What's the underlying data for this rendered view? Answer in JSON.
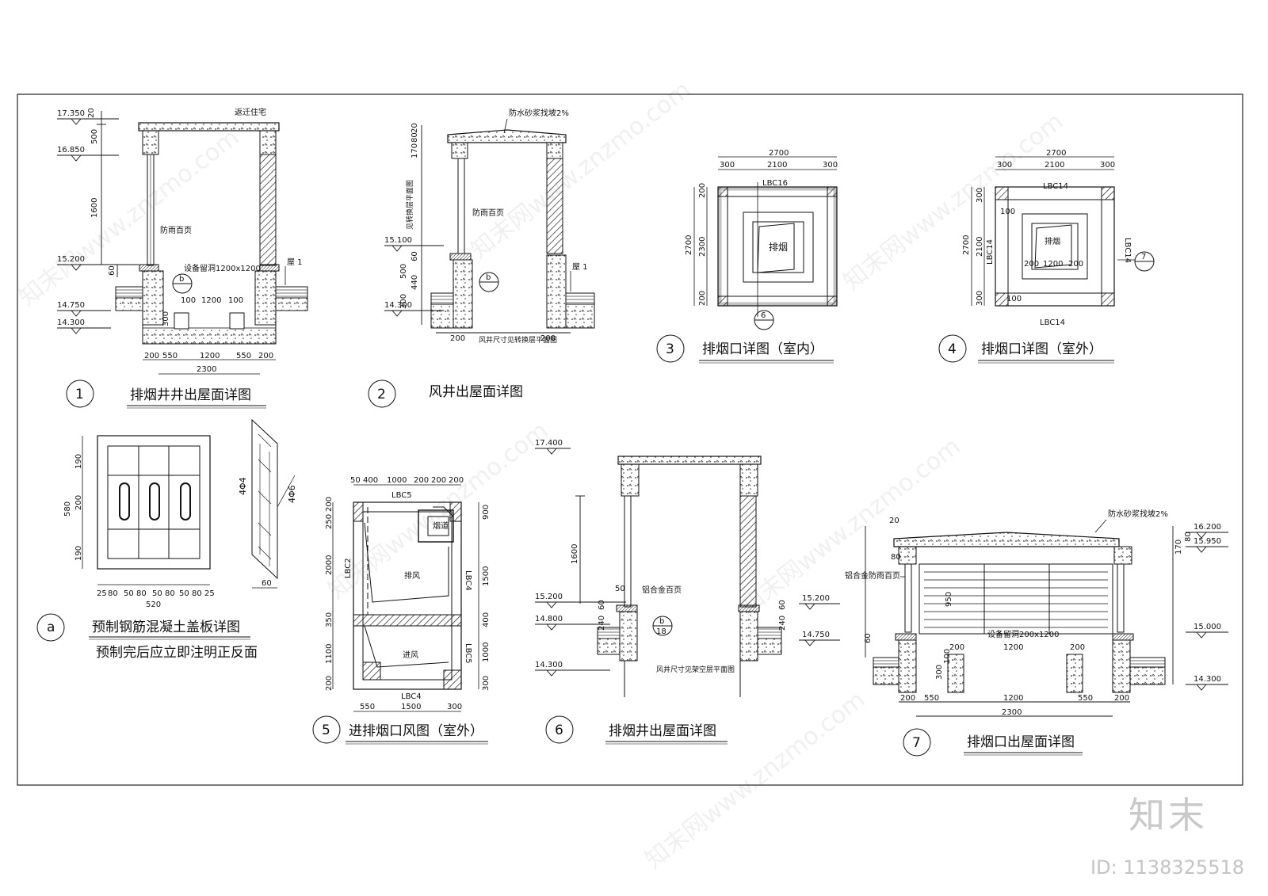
{
  "sheet": {
    "brand": "知末",
    "id_label": "ID: 1138325518",
    "watermark": "知末网www.znzmo.com"
  },
  "d1": {
    "num": "1",
    "title": "排烟井井出屋面详图",
    "top_label": "返迁住宅",
    "levels": [
      "17.350",
      "16.850",
      "15.200",
      "14.750",
      "14.300"
    ],
    "louver": "防雨百页",
    "opening": "设备留洞1200x1200",
    "roof": "屋 1",
    "ref": "b",
    "v_dims": [
      "20",
      "500",
      "1600",
      "60",
      "300"
    ],
    "h_dims_inner": [
      "100",
      "1200",
      "100"
    ],
    "h_dims": [
      "200",
      "550",
      "1200",
      "550",
      "200"
    ],
    "total": "2300"
  },
  "d2": {
    "num": "2",
    "title": "风井出屋面详图",
    "note": "防水砂浆找坡2%",
    "louver": "防雨百页",
    "roof": "屋 1",
    "ref": "b",
    "side_note": "见转换层平面图",
    "bottom_note": "风井尺寸见转换层平面图",
    "levels": [
      "15.100",
      "14.300"
    ],
    "v_dims": [
      "20",
      "80",
      "170",
      "60",
      "500",
      "440",
      "300"
    ],
    "h_dims": [
      "200",
      "200"
    ]
  },
  "d3": {
    "num": "3",
    "title": "排烟口详图（室内）",
    "center": "排烟",
    "beam": "LBC16",
    "ref": "6",
    "h_dims": [
      "300",
      "2100",
      "300"
    ],
    "total": "2700",
    "v_dims": [
      "200",
      "2300",
      "200"
    ],
    "v_total": "2700"
  },
  "d4": {
    "num": "4",
    "title": "排烟口详图（室外）",
    "center": "排烟",
    "beam_top": "LBC14",
    "beam_bottom": "LBC14",
    "beam_left": "LBC14",
    "beam_right": "LBC14",
    "ref": "7",
    "h_dims": [
      "300",
      "2100",
      "300"
    ],
    "total": "2700",
    "v_dims": [
      "300",
      "2100",
      "300"
    ],
    "v_total": "2700",
    "inner": [
      "100",
      "200",
      "1200",
      "200",
      "100"
    ]
  },
  "da": {
    "num": "a",
    "title": "预制钢筋混凝土盖板详图",
    "subtitle": "预制完后应立即注明正反面",
    "v_dims": [
      "190",
      "200",
      "190"
    ],
    "v_total": "580",
    "h_dims": [
      "25",
      "80",
      "50",
      "80",
      "50",
      "80",
      "50",
      "80",
      "25"
    ],
    "total": "520",
    "rebar1": "4Φ4",
    "rebar2": "4Φ6",
    "thick": "60"
  },
  "d5": {
    "num": "5",
    "title": "进排烟口风图（室外）",
    "flue": "烟道",
    "exhaust": "排风",
    "intake": "进风",
    "beam_top": "LBC5",
    "beam_bottom": "LBC4",
    "beam_left": "LBC2",
    "beam_r1": "LBC4",
    "beam_r2": "LBC5",
    "top_dims": [
      "50",
      "400",
      "1000",
      "200",
      "200",
      "200"
    ],
    "bot_dims": [
      "550",
      "1500",
      "300"
    ],
    "left_dims": [
      "200",
      "250",
      "2000",
      "350",
      "1100",
      "200"
    ],
    "right_dims": [
      "900",
      "1500",
      "400",
      "1000",
      "300"
    ]
  },
  "d6": {
    "num": "6",
    "title": "排烟井出屋面详图",
    "louver": "铝合金百页",
    "bottom_note": "风井尺寸见架空层平面图",
    "ref_top": "b",
    "ref_bot": "18",
    "levels_left": [
      "17.400",
      "15.200",
      "14.800",
      "14.300"
    ],
    "levels_right": [
      "15.200",
      "14.750"
    ],
    "v_dims": [
      "1600",
      "50",
      "60",
      "240",
      "60",
      "240"
    ]
  },
  "d7": {
    "num": "7",
    "title": "排烟口出屋面详图",
    "note": "防水砂浆找坡2%",
    "louver": "铝合金防雨百页",
    "opening": "设备留洞200x1200",
    "levels": [
      "16.200",
      "15.950",
      "15.000",
      "14.300"
    ],
    "v_dims": [
      "20",
      "80",
      "60",
      "950",
      "100",
      "300"
    ],
    "r_dims": [
      "170",
      "80"
    ],
    "inner": [
      "200",
      "1200",
      "200"
    ],
    "h_dims": [
      "200",
      "550",
      "1200",
      "550",
      "200"
    ],
    "total": "2300"
  }
}
